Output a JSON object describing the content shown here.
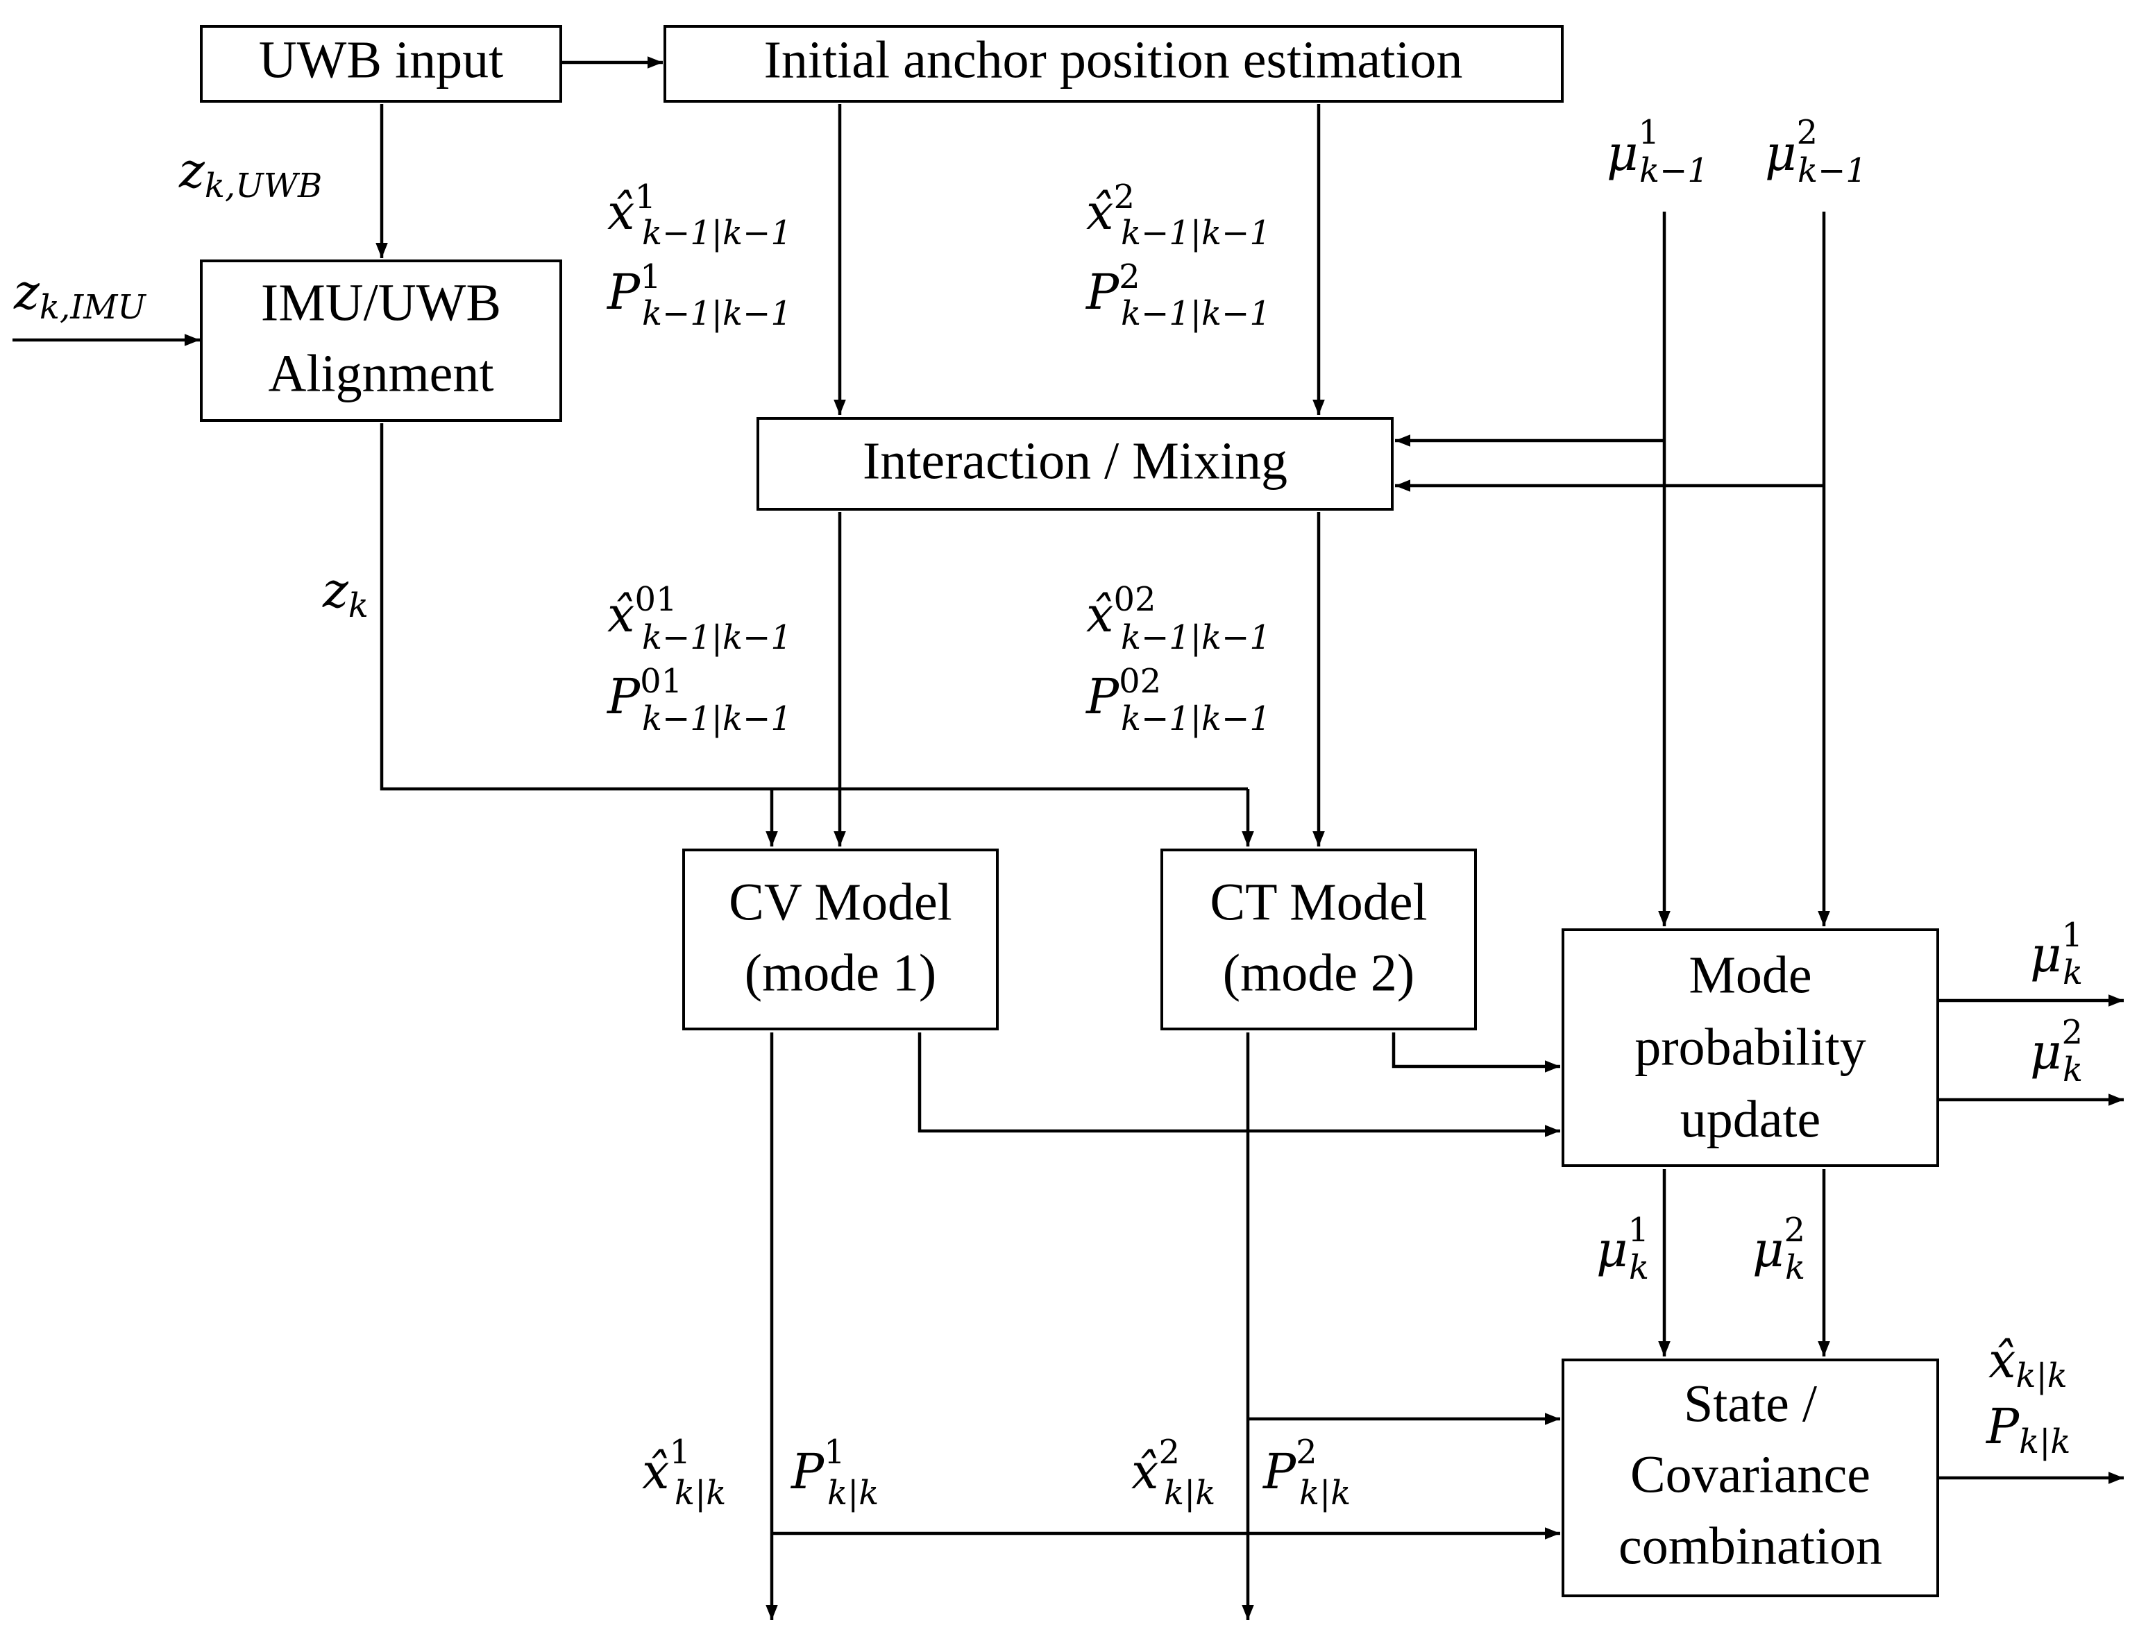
{
  "boxes": {
    "uwb_input": "UWB input",
    "initial_anchor": "Initial anchor position estimation",
    "alignment_line1": "IMU/UWB",
    "alignment_line2": "Alignment",
    "interaction": "Interaction / Mixing",
    "cv_line1": "CV Model",
    "cv_line2": "(mode 1)",
    "ct_line1": "CT Model",
    "ct_line2": "(mode 2)",
    "mode_line1": "Mode",
    "mode_line2": "probability",
    "mode_line3": "update",
    "combo_line1": "State /",
    "combo_line2": "Covariance",
    "combo_line3": "combination"
  },
  "labels": {
    "z_uwb": {
      "main": "z",
      "sub": "k,UWB"
    },
    "z_imu": {
      "main": "z",
      "sub": "k,IMU"
    },
    "z_k": {
      "main": "z",
      "sub": "k"
    },
    "x1_prev": {
      "main": "x̂",
      "sup": "1",
      "sub": "k−1|k−1"
    },
    "P1_prev": {
      "main": "P",
      "sup": "1",
      "sub": "k−1|k−1"
    },
    "x2_prev": {
      "main": "x̂",
      "sup": "2",
      "sub": "k−1|k−1"
    },
    "P2_prev": {
      "main": "P",
      "sup": "2",
      "sub": "k−1|k−1"
    },
    "mu1_prev": {
      "main": "μ",
      "sup": "1",
      "sub": "k−1"
    },
    "mu2_prev": {
      "main": "μ",
      "sup": "2",
      "sub": "k−1"
    },
    "x01_prev": {
      "main": "x̂",
      "sup": "01",
      "sub": "k−1|k−1"
    },
    "P01_prev": {
      "main": "P",
      "sup": "01",
      "sub": "k−1|k−1"
    },
    "x02_prev": {
      "main": "x̂",
      "sup": "02",
      "sub": "k−1|k−1"
    },
    "P02_prev": {
      "main": "P",
      "sup": "02",
      "sub": "k−1|k−1"
    },
    "mu1_out": {
      "main": "μ",
      "sup": "1",
      "sub": "k"
    },
    "mu2_out": {
      "main": "μ",
      "sup": "2",
      "sub": "k"
    },
    "mu1_down": {
      "main": "μ",
      "sup": "1",
      "sub": "k"
    },
    "mu2_down": {
      "main": "μ",
      "sup": "2",
      "sub": "k"
    },
    "x_out": {
      "main": "x̂",
      "sub": "k|k"
    },
    "P_out": {
      "main": "P",
      "sub": "k|k"
    },
    "x1_post": {
      "main": "x̂",
      "sup": "1",
      "sub": "k|k"
    },
    "P1_post": {
      "main": "P",
      "sup": "1",
      "sub": "k|k"
    },
    "x2_post": {
      "main": "x̂",
      "sup": "2",
      "sub": "k|k"
    },
    "P2_post": {
      "main": "P",
      "sup": "2",
      "sub": "k|k"
    }
  }
}
